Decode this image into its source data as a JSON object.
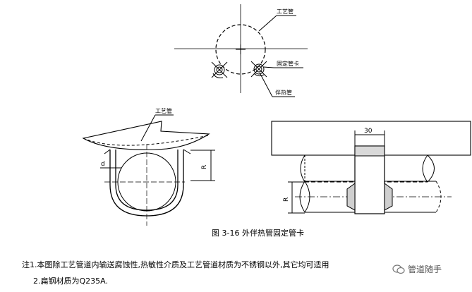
{
  "labels": {
    "process_pipe_top": "工艺管",
    "fixing_clamp": "固定管卡",
    "tracing_pipe": "伴热管",
    "process_pipe_left": "工艺管",
    "dim_d": "d",
    "dim_R_left": "R",
    "dim_30": "30",
    "dim_R_right": "R"
  },
  "caption": "图  3-16  外伴热管固定管卡",
  "notes": [
    "注1.本图除工艺管道内输送腐蚀性,热敏性介质及工艺管道材质为不锈钢以外,其它均可适用",
    "2.扁钢材质为Q235A."
  ],
  "watermark": "管道随手"
}
